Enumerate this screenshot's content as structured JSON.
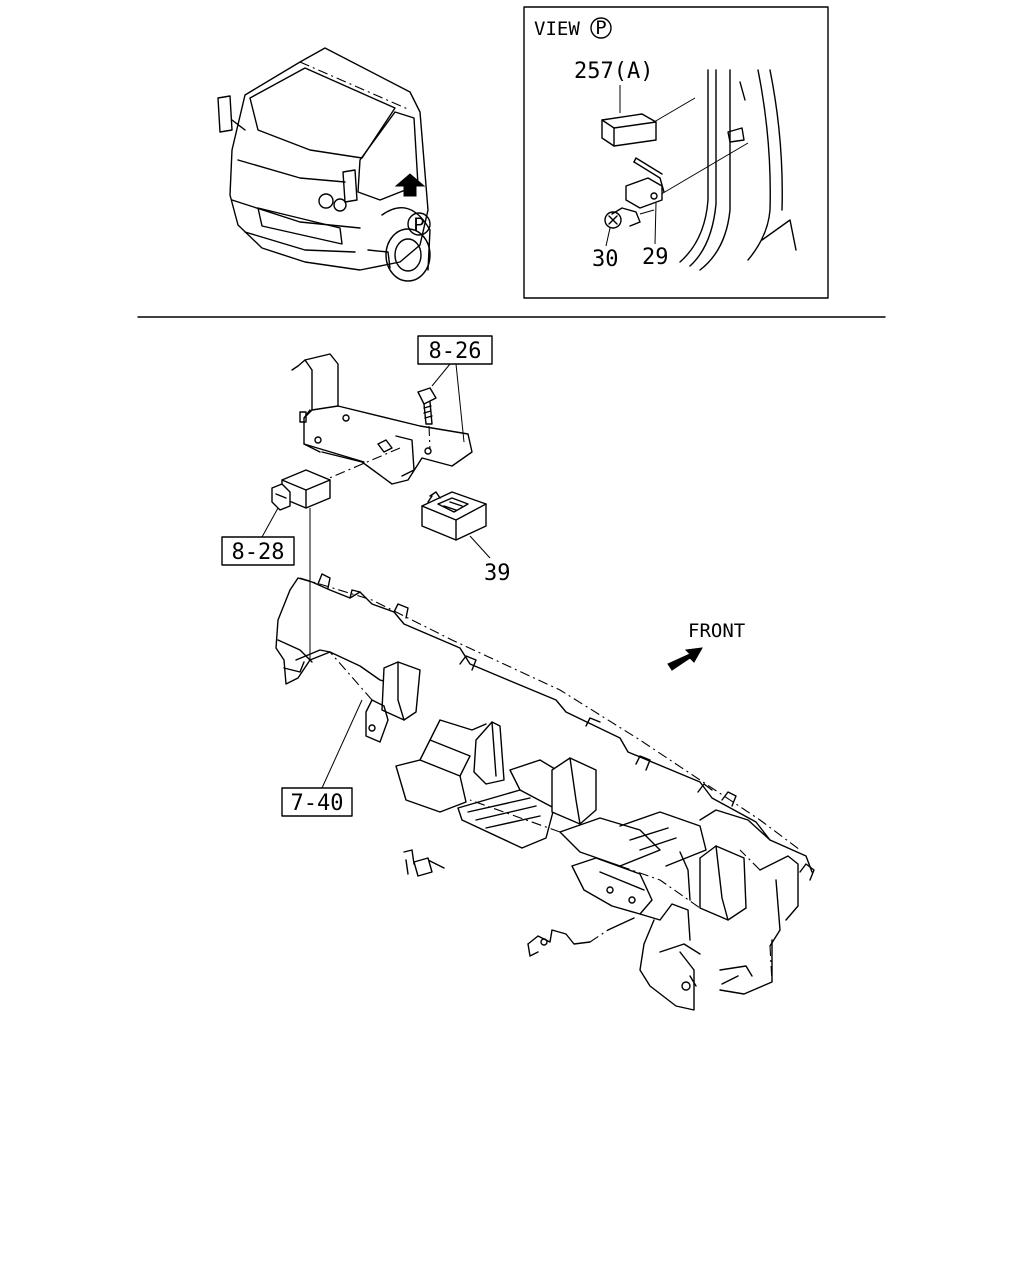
{
  "view_box": {
    "title": "VIEW",
    "circle_letter": "P"
  },
  "truck_callout": {
    "circle_letter": "P"
  },
  "labels": {
    "part_257": "257(A)",
    "part_30": "30",
    "part_29": "29",
    "ref_8_26": "8-26",
    "ref_8_28": "8-28",
    "part_39": "39",
    "ref_7_40": "7-40",
    "front": "FRONT"
  }
}
